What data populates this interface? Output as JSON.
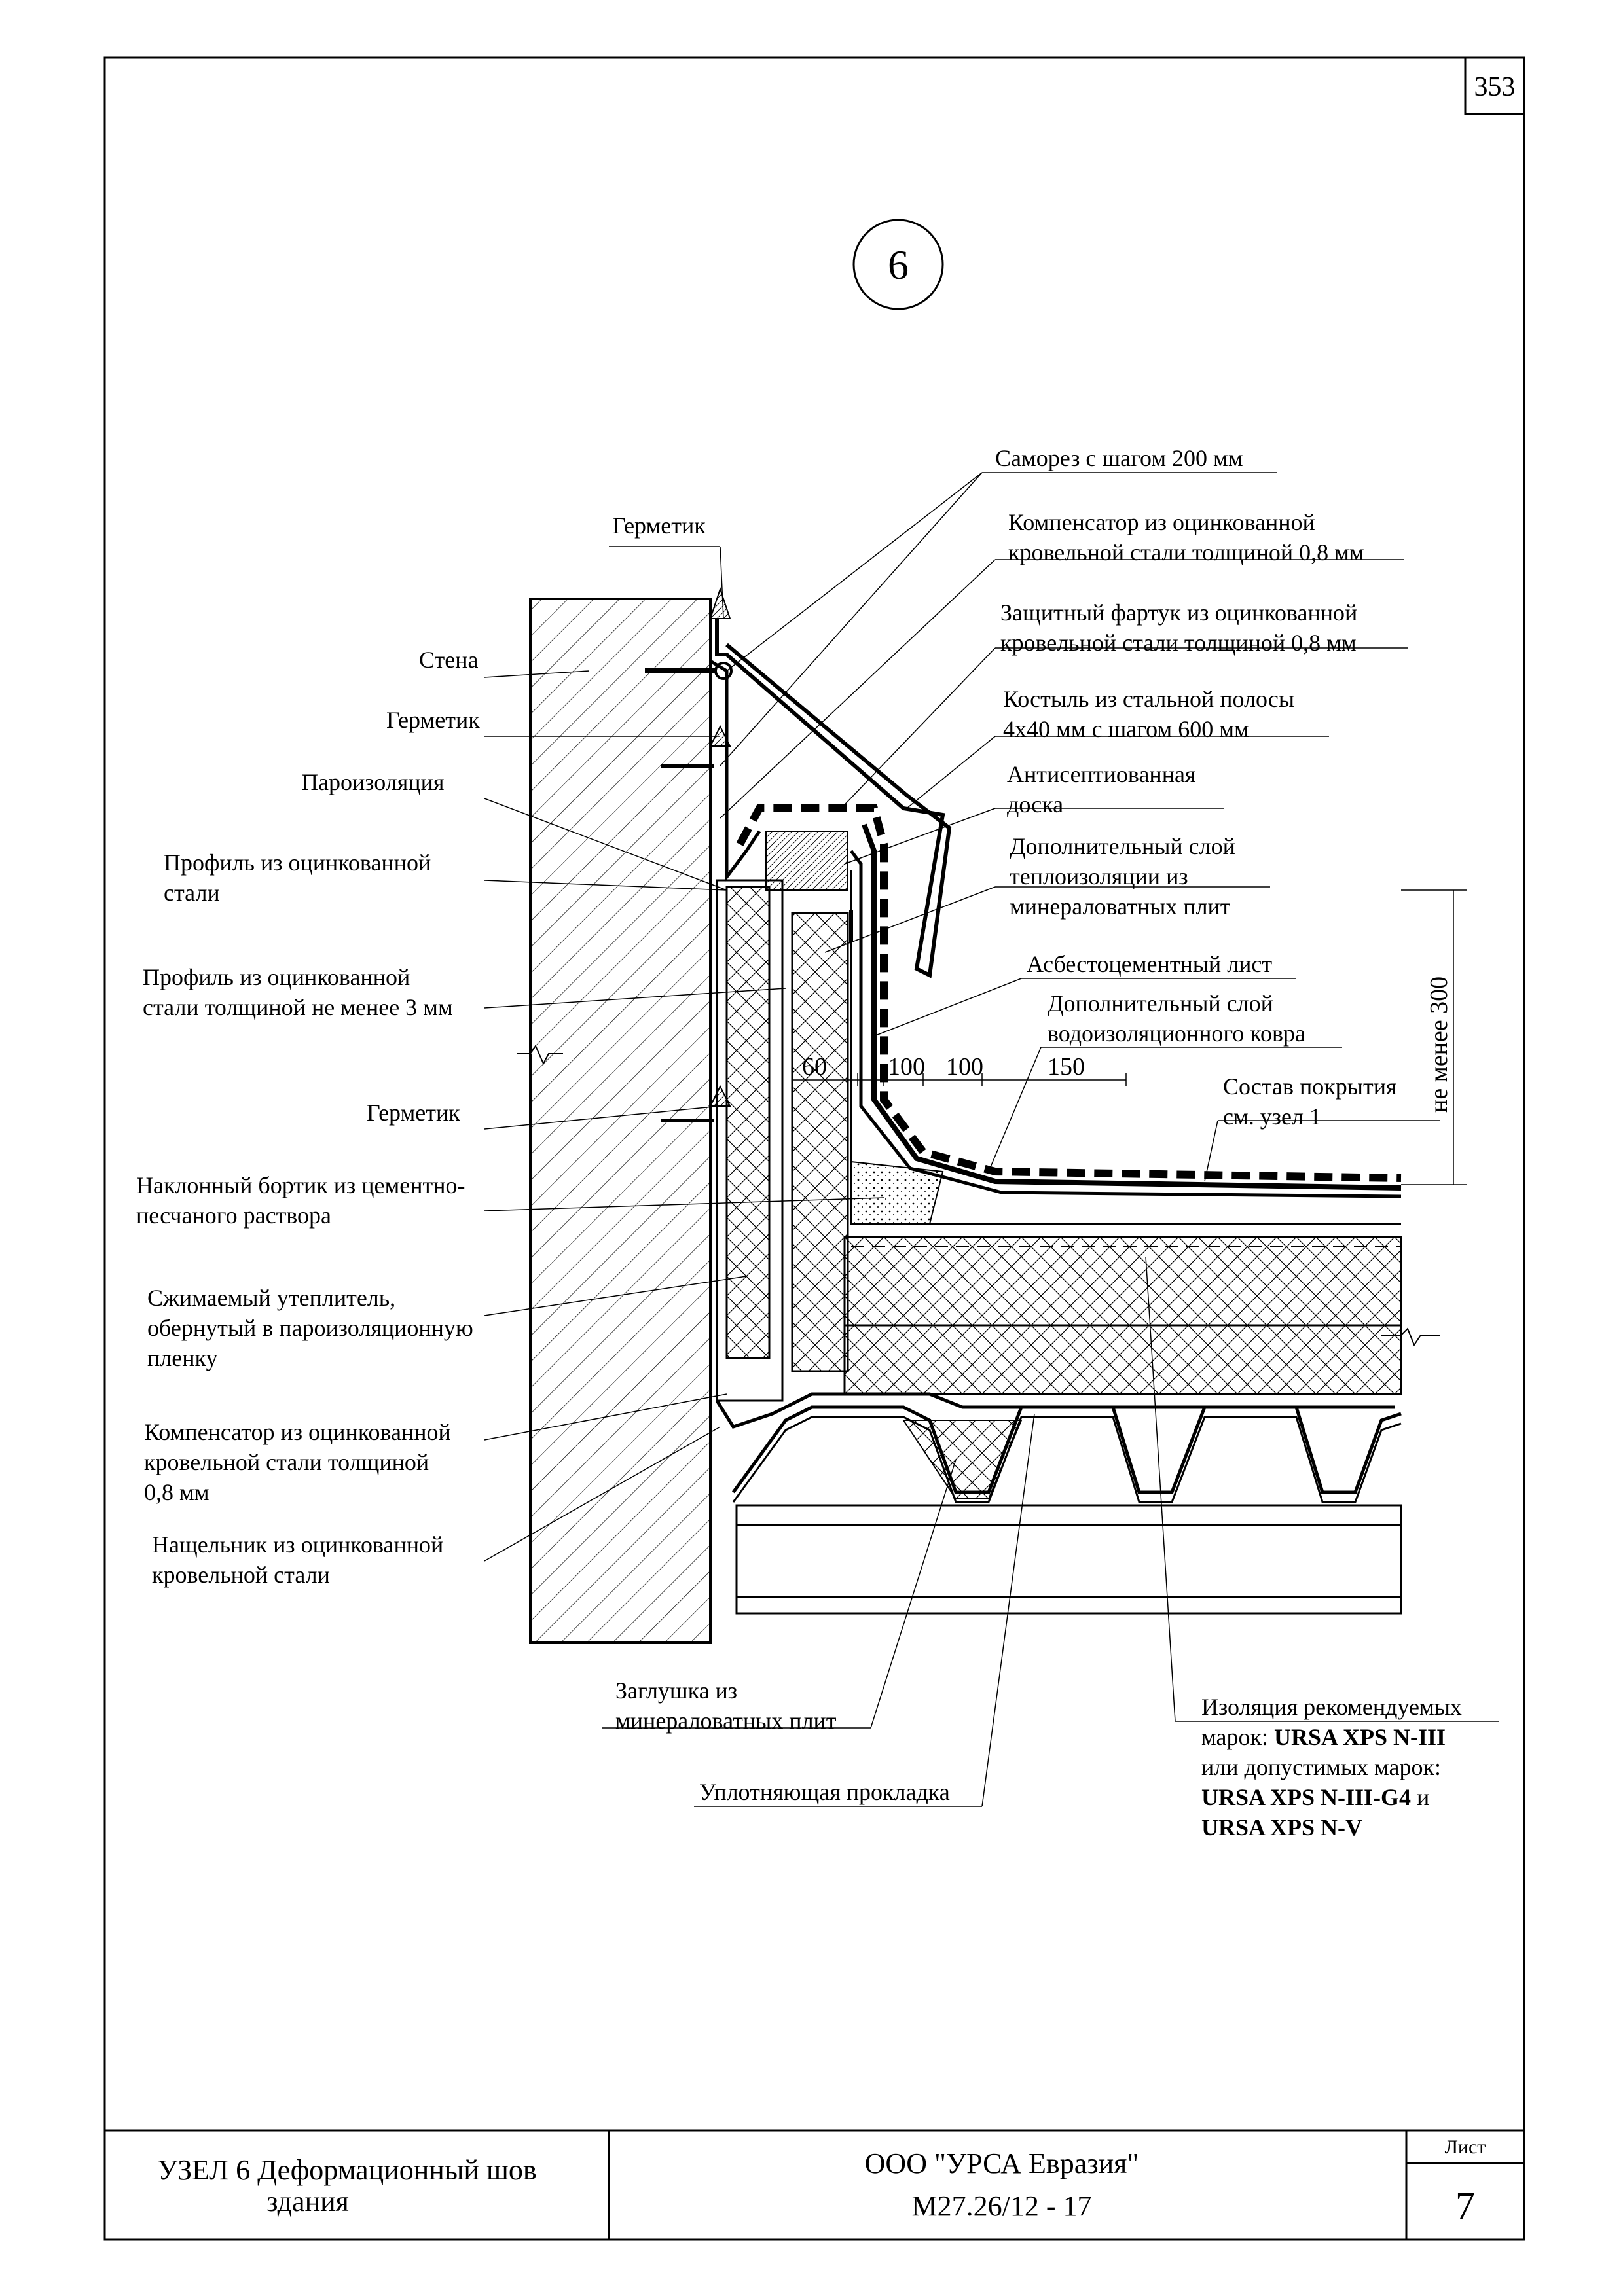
{
  "page": {
    "number": "353"
  },
  "node_mark": "6",
  "labels_left": {
    "germetik_top": "Герметик",
    "stena": "Стена",
    "germetik_2": "Герметик",
    "paroizolyaciya": "Пароизоляция",
    "profil_1": [
      "Профиль из оцинкованной",
      "стали"
    ],
    "profil_2": [
      "Профиль из оцинкованной",
      "стали толщиной не менее 3 мм"
    ],
    "germetik_3": "Герметик",
    "bortik": [
      "Наклонный бортик из цементно-",
      "песчаного раствора"
    ],
    "szhimaemyi": [
      "Сжимаемый утеплитель,",
      "обернутый в пароизоляционную",
      "пленку"
    ],
    "kompensator_low": [
      "Компенсатор из оцинкованной",
      "кровельной стали толщиной",
      "0,8 мм"
    ],
    "nashelnik": [
      "Нащельник из оцинкованной",
      "кровельной стали"
    ]
  },
  "labels_right": {
    "samorez": "Саморез с шагом 200 мм",
    "kompensator_top": [
      "Компенсатор из оцинкованной",
      "кровельной стали толщиной 0,8 мм"
    ],
    "fartuk": [
      "Защитный фартук из оцинкованной",
      "кровельной стали толщиной 0,8 мм"
    ],
    "kostyl": [
      "Костыль из стальной полосы",
      "4х40 мм с шагом 600 мм"
    ],
    "doska": [
      "Антисептиованная",
      "доска"
    ],
    "dop_sloi_teplo": [
      "Дополнительный слой",
      "теплоизоляции из",
      "минераловатных плит"
    ],
    "asbest": "Асбестоцементный лист",
    "dop_sloi_vodo": [
      "Дополнительный слой",
      "водоизоляционного ковра"
    ],
    "sostav": [
      "Состав покрытия",
      "см. узел 1"
    ]
  },
  "labels_bottom": {
    "zaglushka": [
      "Заглушка из",
      "минераловатных плит"
    ],
    "uplotnyayushaya": "Уплотняющая прокладка",
    "izolyaciya_1": "Изоляция рекомендуемых",
    "izolyaciya_2a": "марок: ",
    "izolyaciya_2b": "URSA XPS N-III",
    "izolyaciya_3": "или допустимых марок:",
    "izolyaciya_4a": "URSA XPS N-III-G4",
    "izolyaciya_4b": " и",
    "izolyaciya_5": "URSA XPS N-V"
  },
  "dimensions": {
    "d60": "60",
    "d100a": "100",
    "d100b": "100",
    "d150": "150",
    "vertical": "не менее 300"
  },
  "title_block": {
    "title_line1": "УЗЕЛ 6 Деформационный шов",
    "title_line2": "здания",
    "org_line1": "ООО \"УРСА Евразия\"",
    "org_line2": "М27.26/12 - 17",
    "sheet_label": "Лист",
    "sheet_number": "7"
  }
}
